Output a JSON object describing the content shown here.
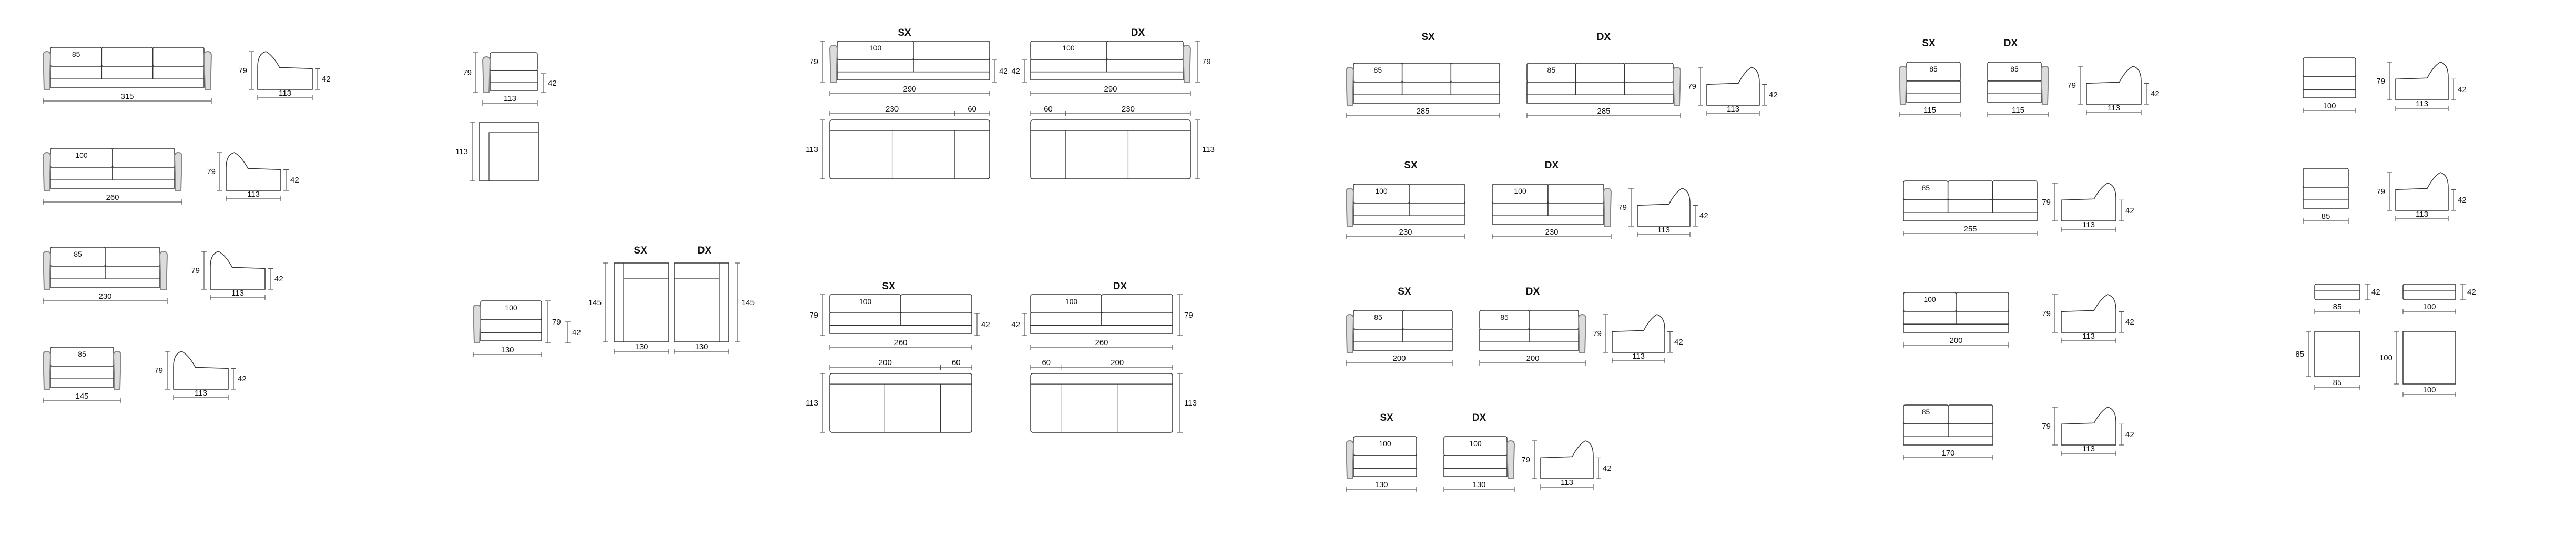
{
  "labels": {
    "sx": "SX",
    "dx": "DX"
  },
  "colors": {
    "line": "#333333",
    "arm": "#888888",
    "arm_fill": "#dcdcdc",
    "dim": "#555555"
  },
  "col1": [
    {
      "width": "315",
      "seat": "85",
      "height": "79",
      "depth": "113",
      "seat_h": "42"
    },
    {
      "width": "260",
      "seat": "100",
      "height": "79",
      "depth": "113",
      "seat_h": "42"
    },
    {
      "width": "230",
      "seat": "85",
      "height": "79",
      "depth": "113",
      "seat_h": "42"
    },
    {
      "width": "145",
      "seat": "85",
      "height": "79",
      "depth": "113",
      "seat_h": "42"
    }
  ],
  "col2": {
    "corner": {
      "height": "79",
      "depth": "113",
      "seat_h": "42",
      "plan_depth": "113"
    },
    "pair": {
      "seat": "100",
      "height": "79",
      "seat_h": "42",
      "width": "130",
      "plan_depth": "145",
      "plan_w_sx": "130",
      "plan_w_dx": "130"
    }
  },
  "col3": {
    "top": {
      "width": "290",
      "seat": "100",
      "height": "79",
      "seat_h": "42",
      "plan_depth": "113",
      "split_a": "230",
      "split_b": "60"
    },
    "bottom": {
      "width": "260",
      "seat": "100",
      "height": "79",
      "seat_h": "42",
      "plan_depth": "113",
      "split_a": "200",
      "split_b": "60"
    }
  },
  "col4": [
    {
      "width": "285",
      "seat": "85",
      "height": "79",
      "depth": "113",
      "seat_h": "42"
    },
    {
      "width": "230",
      "seat": "100",
      "height": "79",
      "depth": "113",
      "seat_h": "42"
    },
    {
      "width": "200",
      "seat": "85",
      "height": "79",
      "depth": "113",
      "seat_h": "42"
    },
    {
      "width": "130",
      "seat": "100",
      "height": "79",
      "depth": "113",
      "seat_h": "42"
    }
  ],
  "col5": [
    {
      "width": "115",
      "seat": "85",
      "height": "79",
      "depth": "113",
      "seat_h": "42"
    },
    {
      "width": "255",
      "seat": "85",
      "height": "79",
      "depth": "113",
      "seat_h": "42"
    },
    {
      "width": "200",
      "seat": "100",
      "height": "79",
      "depth": "113",
      "seat_h": "42"
    },
    {
      "width": "170",
      "seat": "85",
      "height": "79",
      "depth": "113",
      "seat_h": "42"
    }
  ],
  "col6": {
    "mods": [
      {
        "width": "100",
        "height": "79",
        "depth": "113",
        "seat_h": "42"
      },
      {
        "width": "85",
        "height": "79",
        "depth": "113",
        "seat_h": "42"
      }
    ],
    "poufs": [
      {
        "width": "85",
        "seat_h": "42",
        "depth": "85"
      },
      {
        "width": "100",
        "seat_h": "42",
        "depth": "100"
      }
    ]
  }
}
